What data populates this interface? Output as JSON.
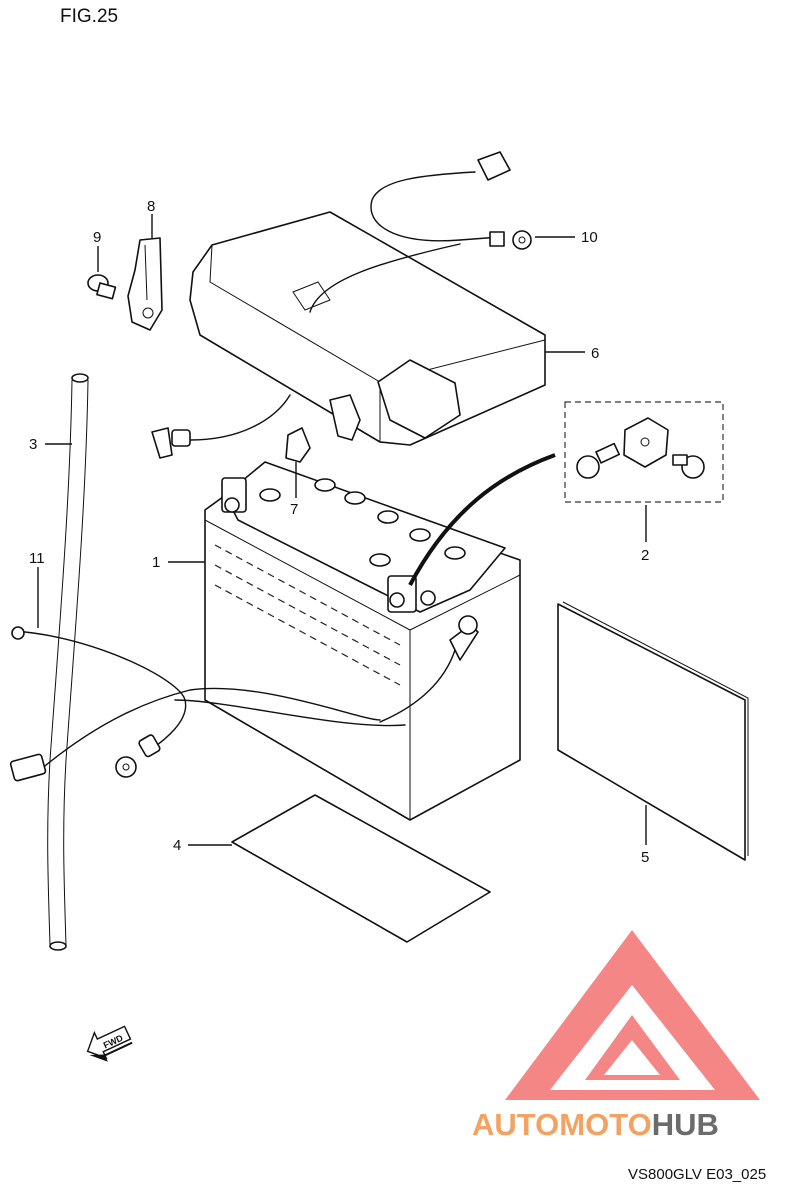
{
  "figure": {
    "title": "FIG.25",
    "code": "VS800GLV E03_025"
  },
  "callouts": [
    {
      "id": "1",
      "text": "1"
    },
    {
      "id": "2",
      "text": "2"
    },
    {
      "id": "3",
      "text": "3"
    },
    {
      "id": "4",
      "text": "4"
    },
    {
      "id": "5",
      "text": "5"
    },
    {
      "id": "6",
      "text": "6"
    },
    {
      "id": "7",
      "text": "7"
    },
    {
      "id": "8",
      "text": "8"
    },
    {
      "id": "9",
      "text": "9"
    },
    {
      "id": "10",
      "text": "10"
    },
    {
      "id": "11",
      "text": "11"
    }
  ],
  "fwd_arrow": {
    "text": "FWD"
  },
  "watermark": {
    "part1": "AUTOMOTO",
    "part2": "HUB",
    "colors": {
      "triangle": "#f25c5c",
      "part1": "#f4a261",
      "part2": "#6b6b6b"
    }
  }
}
